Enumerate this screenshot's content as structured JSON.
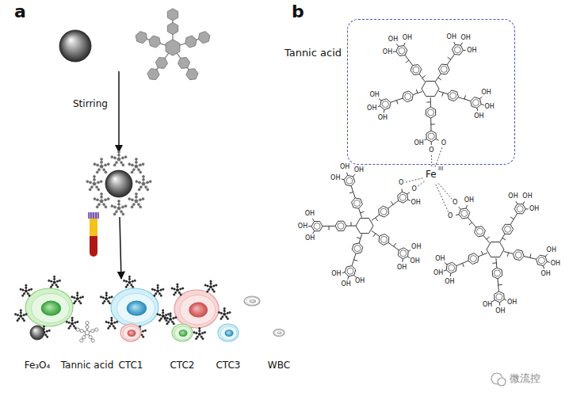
{
  "diagram": {
    "nodes": [
      {
        "text": [
          "Tannic acid"
        ]
      }
    ],
    "labels": [
      "a",
      "Stirring",
      "b",
      "Fe",
      "III",
      "O",
      "O",
      "OH",
      "OH",
      "OH",
      "OH",
      "OH",
      "OH",
      "OH",
      "OH",
      "OH",
      "OH",
      "OH",
      "OH",
      "OH",
      "O",
      "O",
      "OH",
      "OH",
      "OH",
      "OH",
      "OH",
      "OH",
      "OH",
      "OH",
      "OH",
      "OH",
      "OH",
      "OH",
      "OH",
      "O",
      "O",
      "OH",
      "OH",
      "OH",
      "OH",
      "OH",
      "OH",
      "OH",
      "OH",
      "OH",
      "OH",
      "OH",
      "OH",
      "OH",
      "微流控"
    ],
    "legend": [
      {
        "text": "Fe₃O₄"
      },
      {
        "text": "Tannic acid"
      },
      {
        "text": "CTC1"
      },
      {
        "text": "CTC2"
      },
      {
        "text": "CTC3"
      },
      {
        "text": "WBC"
      }
    ]
  }
}
